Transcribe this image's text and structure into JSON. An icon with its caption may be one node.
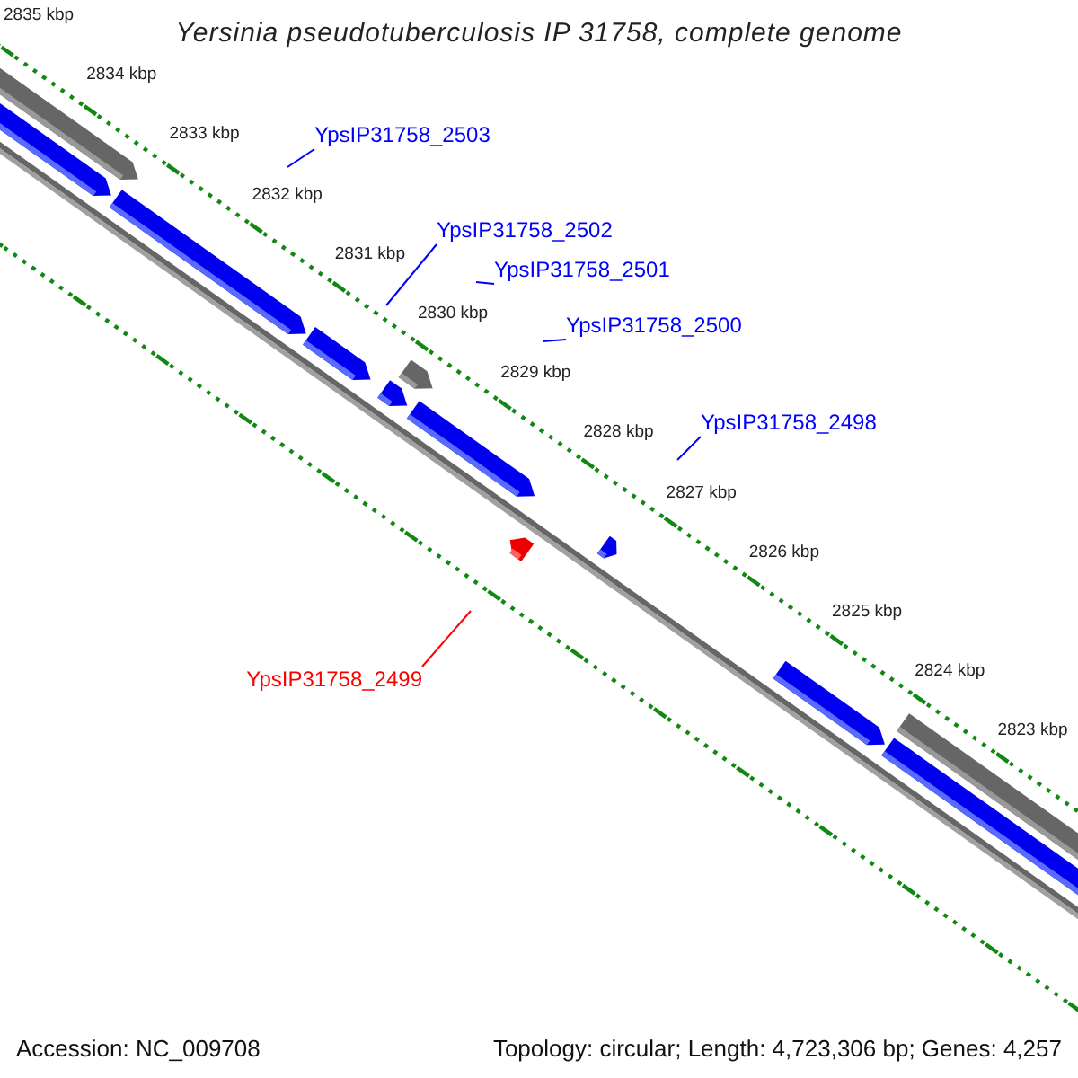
{
  "diagram": {
    "title": "Yersinia pseudotuberculosis IP 31758, complete genome",
    "nodes": [
      {
        "text": [
          "YpsIP31758_2503"
        ]
      },
      {
        "text": [
          "YpsIP31758_2502"
        ]
      },
      {
        "text": [
          "YpsIP31758_2501"
        ]
      },
      {
        "text": [
          "YpsIP31758_2500"
        ]
      },
      {
        "text": [
          "YpsIP31758_2498"
        ]
      },
      {
        "text": [
          "YpsIP31758_2499"
        ]
      }
    ],
    "edges": [
      {
        "from": 0,
        "to": null,
        "arrow": "none"
      },
      {
        "from": 1,
        "to": null,
        "arrow": "none"
      },
      {
        "from": 2,
        "to": null,
        "arrow": "none"
      },
      {
        "from": 3,
        "to": null,
        "arrow": "none"
      },
      {
        "from": 4,
        "to": null,
        "arrow": "none"
      },
      {
        "from": 5,
        "to": null,
        "arrow": "none",
        "color": "#ff0000"
      }
    ],
    "labels": [
      "2835 kbp",
      "2834 kbp",
      "2833 kbp",
      "2832 kbp",
      "2831 kbp",
      "2830 kbp",
      "2829 kbp",
      "2828 kbp",
      "2827 kbp",
      "2826 kbp",
      "2825 kbp",
      "2824 kbp",
      "2823 kbp",
      "Accession: NC_009708",
      "Topology: circular; Length: 4,723,306 bp; Genes: 4,257"
    ]
  }
}
